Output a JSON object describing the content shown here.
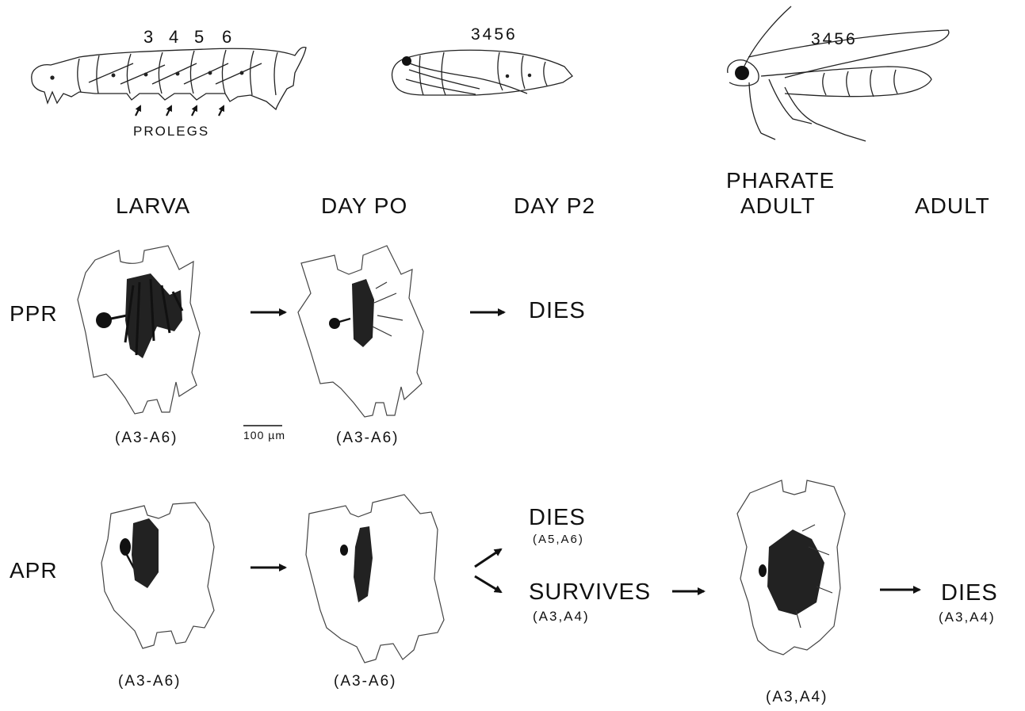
{
  "insects": {
    "larva_segments": [
      "3",
      "4",
      "5",
      "6"
    ],
    "pupa_segments": "3456",
    "adult_segments": "3456",
    "prolegs_label": "PROLEGS"
  },
  "columns": {
    "larva": "LARVA",
    "day_p0": "DAY PO",
    "day_p2": "DAY P2",
    "pharate_line1": "PHARATE",
    "pharate_line2": "ADULT",
    "adult": "ADULT"
  },
  "ppr": {
    "row_label": "PPR",
    "larva_caption": "(A3-A6)",
    "p0_caption": "(A3-A6)",
    "outcome": "DIES",
    "scale_bar": "100 µm"
  },
  "apr": {
    "row_label": "APR",
    "larva_caption": "(A3-A6)",
    "p0_caption": "(A3-A6)",
    "dies_label": "DIES",
    "dies_segments": "(A5,A6)",
    "survives_label": "SURVIVES",
    "survives_segments": "(A3,A4)",
    "pharate_caption": "(A3,A4)",
    "final_label": "DIES",
    "final_segments": "(A3,A4)"
  }
}
